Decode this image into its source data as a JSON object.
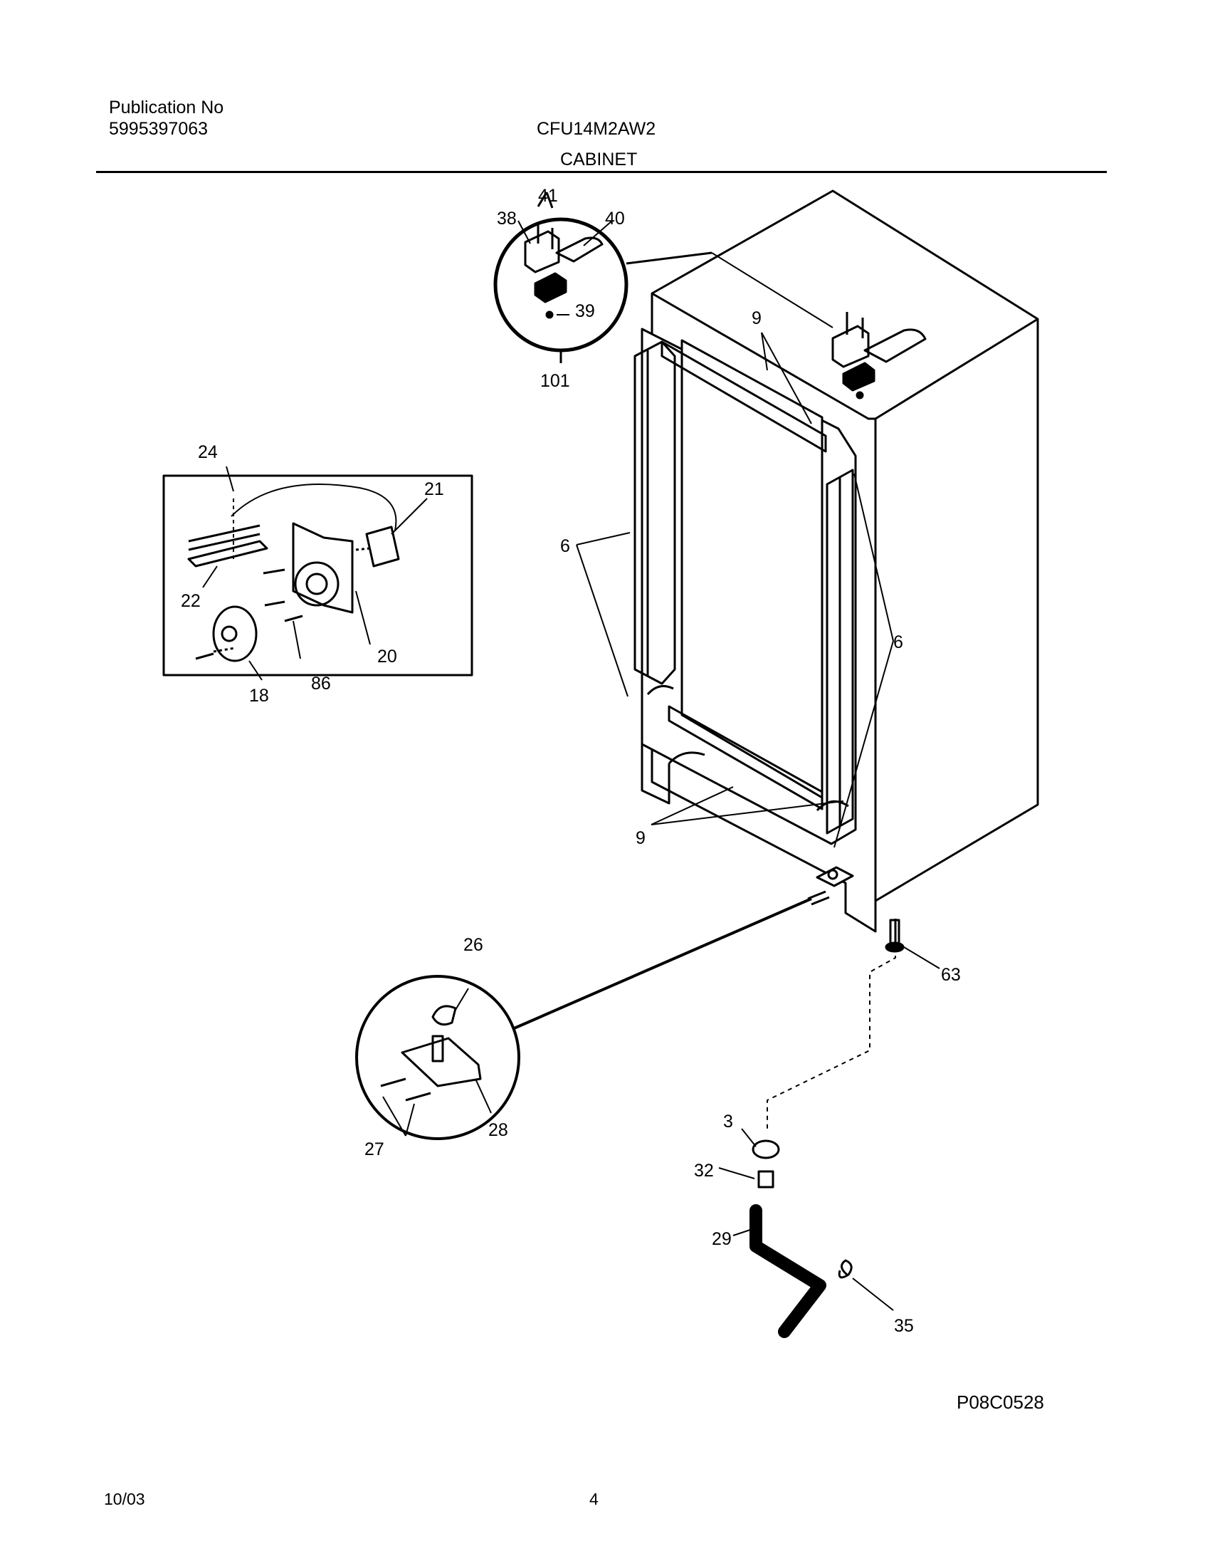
{
  "header": {
    "publication_label": "Publication No",
    "publication_number": "5995397063",
    "model": "CFU14M2AW2",
    "section": "CABINET"
  },
  "callouts": {
    "c41": "41",
    "c38": "38",
    "c40": "40",
    "c39": "39",
    "c101": "101",
    "c9": "9",
    "c6": "6",
    "c24": "24",
    "c21": "21",
    "c22": "22",
    "c20": "20",
    "c86": "86",
    "c18": "18",
    "c26": "26",
    "c27": "27",
    "c28": "28",
    "c63": "63",
    "c3": "3",
    "c32": "32",
    "c29": "29",
    "c35": "35"
  },
  "figure_code": "P08C0528",
  "footer": {
    "date": "10/03",
    "page": "4"
  }
}
